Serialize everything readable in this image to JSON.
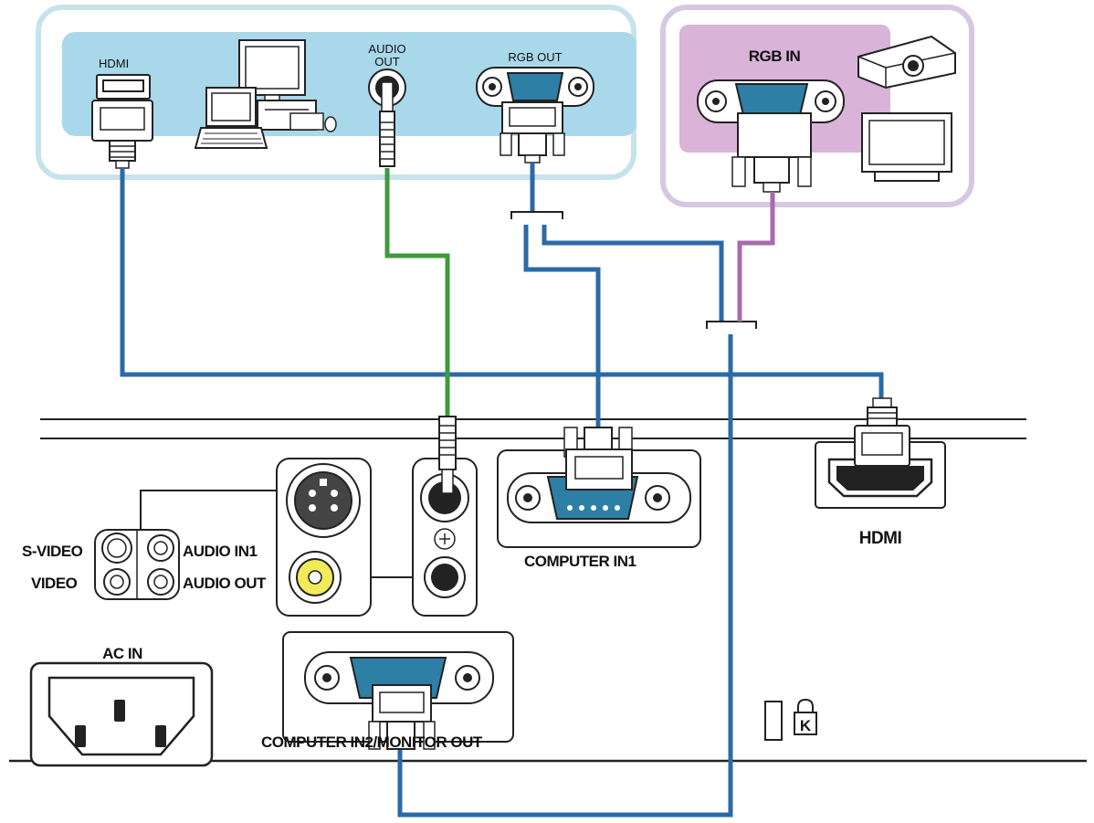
{
  "computer_box": {
    "hdmi_label": "HDMI",
    "audio_out_label_line1": "AUDIO",
    "audio_out_label_line2": "OUT",
    "rgb_out_label": "RGB OUT"
  },
  "monitor_box": {
    "rgb_in_label": "RGB IN"
  },
  "projector_panel": {
    "s_video_label": "S-VIDEO",
    "video_label": "VIDEO",
    "audio_in1_label": "AUDIO IN1",
    "audio_out_label": "AUDIO OUT",
    "computer_in1_label": "COMPUTER IN1",
    "hdmi_label": "HDMI",
    "ac_in_label": "AC IN",
    "computer_in2_monitor_out_label": "COMPUTER IN2/MONITOR OUT"
  },
  "colors": {
    "computer_box_fill": "#a9d8ea",
    "computer_box_border": "#c7e3ea",
    "monitor_box_fill": "#d9b3d8",
    "monitor_box_border": "#d6c8e2",
    "rgb_cable": "#2b6aa6",
    "audio_cable": "#3f9a3f",
    "monitor_cable": "#a86aad",
    "connector_accent": "#2e7fa6",
    "rca_yellow": "#f1ea59"
  },
  "icons": {
    "computer": "desktop-computer-icon",
    "laptop": "laptop-icon",
    "projector": "projector-icon",
    "monitor": "monitor-icon",
    "kensington": "kensington-lock-icon"
  }
}
